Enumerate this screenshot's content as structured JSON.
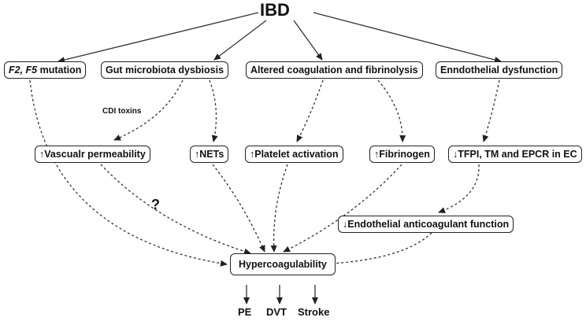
{
  "root": "IBD",
  "level1": {
    "f2f5_italic": "F2, F5",
    "f2f5_rest": " mutation",
    "gut": "Gut microbiota dysbiosis",
    "coag": "Altered coagulation and fibrinolysis",
    "endo": "Enndothelial dysfunction"
  },
  "cdi_label": "CDI toxins",
  "level2": {
    "vasc": "↑Vascualr permeability",
    "nets": "↑NETs",
    "platelet": "↑Platelet  activation",
    "fibrinogen": "↑Fibrinogen",
    "tfpi": "↓TFPI, TM and EPCR in EC"
  },
  "level3": {
    "anticoag": "↓Endothelial anticoagulant function"
  },
  "question": "?",
  "hyper": "Hypercoagulability",
  "outcomes": [
    "PE",
    "DVT",
    "Stroke"
  ]
}
